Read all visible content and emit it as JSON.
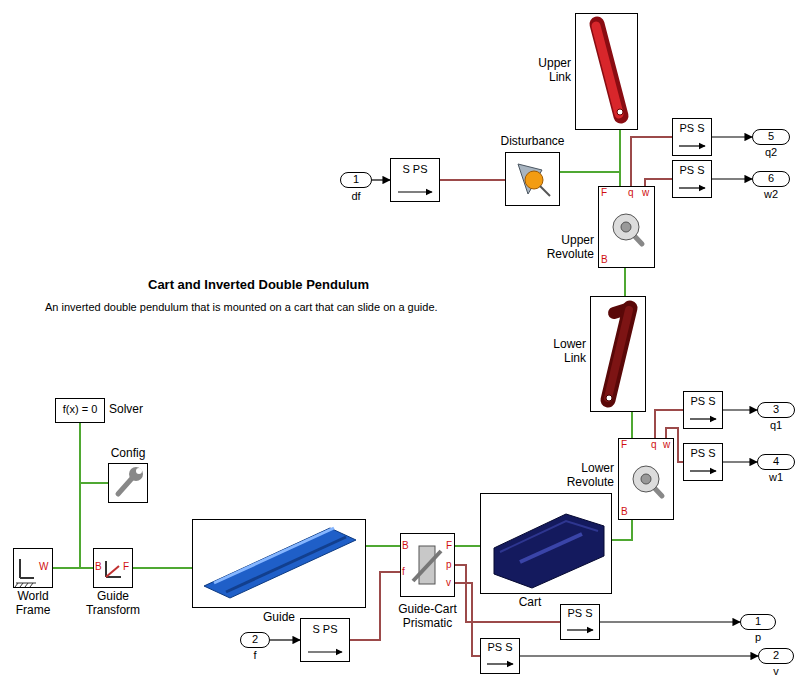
{
  "diagram": {
    "title": "Cart and Inverted Double Pendulum",
    "caption": "An inverted double pendulum that is mounted on a cart that can slide on a guide.",
    "nodes": [
      {
        "text": [
          "Upper Link"
        ]
      },
      {
        "text": [
          "1",
          "df"
        ]
      },
      {
        "text": [
          "S PS"
        ]
      },
      {
        "text": [
          "Disturbance"
        ]
      },
      {
        "text": [
          "Upper Revolute",
          "F",
          "q",
          "w",
          "B"
        ]
      },
      {
        "text": [
          "PS S"
        ]
      },
      {
        "text": [
          "5",
          "q2"
        ]
      },
      {
        "text": [
          "PS S"
        ]
      },
      {
        "text": [
          "6",
          "w2"
        ]
      },
      {
        "text": [
          "Lower Link"
        ]
      },
      {
        "text": [
          "Lower Revolute",
          "F",
          "q",
          "w",
          "B"
        ]
      },
      {
        "text": [
          "PS S"
        ]
      },
      {
        "text": [
          "3",
          "q1"
        ]
      },
      {
        "text": [
          "PS S"
        ]
      },
      {
        "text": [
          "4",
          "w1"
        ]
      },
      {
        "text": [
          "f(x) = 0",
          "Solver"
        ]
      },
      {
        "text": [
          "Config"
        ]
      },
      {
        "text": [
          "W",
          "World Frame"
        ]
      },
      {
        "text": [
          "B",
          "F",
          "Guide Transform"
        ]
      },
      {
        "text": [
          "Guide"
        ]
      },
      {
        "text": [
          "B",
          "F",
          "f",
          "p",
          "v",
          "Guide-Cart Prismatic"
        ]
      },
      {
        "text": [
          "Cart"
        ]
      },
      {
        "text": [
          "PS S"
        ]
      },
      {
        "text": [
          "1",
          "p"
        ]
      },
      {
        "text": [
          "2",
          "f"
        ]
      },
      {
        "text": [
          "S PS"
        ]
      },
      {
        "text": [
          "PS S"
        ]
      },
      {
        "text": [
          "2",
          "v"
        ]
      }
    ],
    "edges": [
      {
        "from": 17,
        "to": 18,
        "arrow": "none"
      },
      {
        "from": 17,
        "to": 16,
        "arrow": "none"
      },
      {
        "from": 17,
        "to": 15,
        "arrow": "none"
      },
      {
        "from": 18,
        "to": 19,
        "arrow": "none"
      },
      {
        "from": 19,
        "to": 20,
        "arrow": "none"
      },
      {
        "from": 20,
        "to": 21,
        "arrow": "none"
      },
      {
        "from": 21,
        "to": 10,
        "arrow": "none"
      },
      {
        "from": 10,
        "to": 9,
        "arrow": "none"
      },
      {
        "from": 9,
        "to": 4,
        "arrow": "none"
      },
      {
        "from": 4,
        "to": 0,
        "arrow": "none"
      },
      {
        "from": 3,
        "to": 0,
        "arrow": "none"
      },
      {
        "from": 1,
        "to": 2,
        "arrow": "to"
      },
      {
        "from": 2,
        "to": 3,
        "arrow": "none"
      },
      {
        "from": 4,
        "to": 5,
        "arrow": "none"
      },
      {
        "from": 5,
        "to": 6,
        "arrow": "to"
      },
      {
        "from": 4,
        "to": 7,
        "arrow": "none"
      },
      {
        "from": 7,
        "to": 8,
        "arrow": "to"
      },
      {
        "from": 10,
        "to": 11,
        "arrow": "none"
      },
      {
        "from": 11,
        "to": 12,
        "arrow": "to"
      },
      {
        "from": 10,
        "to": 13,
        "arrow": "none"
      },
      {
        "from": 13,
        "to": 14,
        "arrow": "to"
      },
      {
        "from": 24,
        "to": 25,
        "arrow": "to"
      },
      {
        "from": 25,
        "to": 20,
        "arrow": "none"
      },
      {
        "from": 20,
        "to": 22,
        "arrow": "none"
      },
      {
        "from": 22,
        "to": 23,
        "arrow": "to"
      },
      {
        "from": 20,
        "to": 26,
        "arrow": "none"
      },
      {
        "from": 26,
        "to": 27,
        "arrow": "to"
      }
    ]
  }
}
